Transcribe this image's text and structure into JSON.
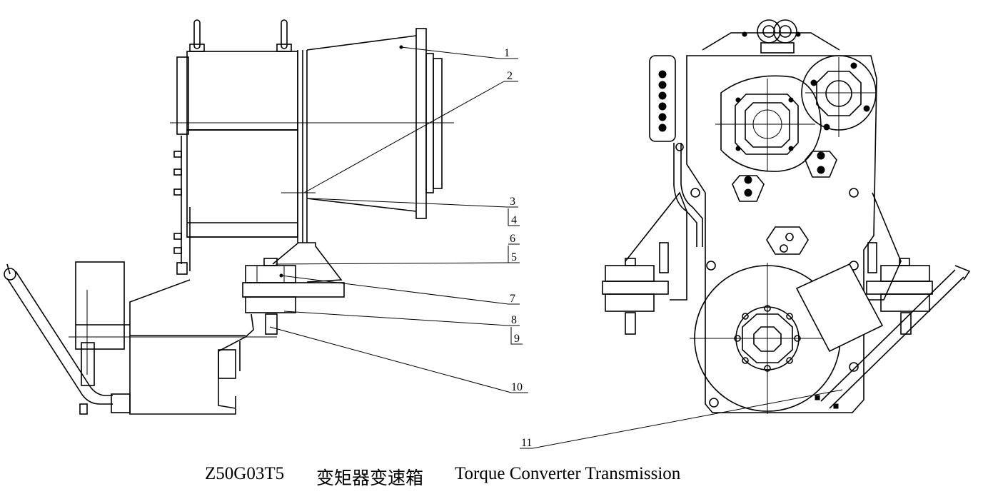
{
  "caption": {
    "model": "Z50G03T5",
    "chinese_title": "变矩器变速箱",
    "english_title": "Torque Converter Transmission"
  },
  "callouts": [
    "1",
    "2",
    "3",
    "4",
    "6",
    "5",
    "7",
    "8",
    "9",
    "10",
    "11"
  ],
  "colors": {
    "line": "#000000",
    "background": "#ffffff"
  }
}
